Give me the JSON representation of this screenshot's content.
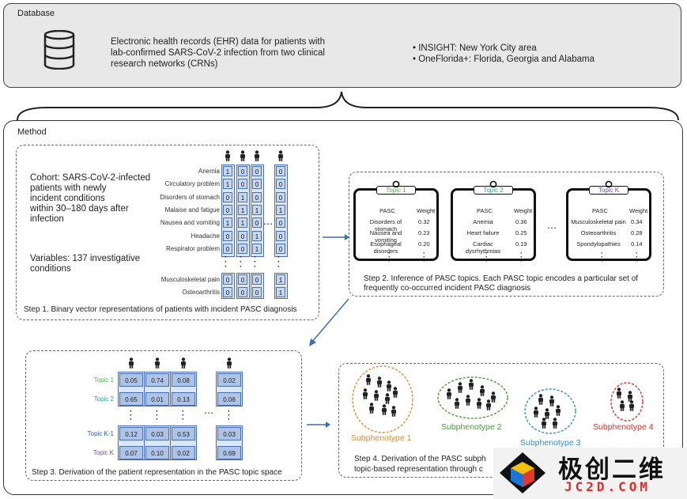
{
  "database": {
    "title": "Database",
    "description": [
      "Electronic health records (EHR) data for patients with",
      "lab-confirmed SARS-CoV-2 infection from two clinical",
      "research networks (CRNs)"
    ],
    "networks": [
      "• INSIGHT: New York City area",
      "• OneFlorida+: Florida, Georgia and Alabama"
    ]
  },
  "method": {
    "title": "Method",
    "step1": {
      "cohort": [
        "Cohort: SARS-CoV-2-infected",
        "patients with newly",
        "incident conditions",
        "within 30–180 days after",
        "infection"
      ],
      "variables": [
        "Variables: 137 investigative",
        "conditions"
      ],
      "conditions": [
        "Anemia",
        "Circulatory problem",
        "Disorders of stomach",
        "Malaise and fatigue",
        "Nausea and vomiting",
        "Headache",
        "Respirator problem"
      ],
      "matrix": [
        [
          "1",
          "0",
          "0",
          "0"
        ],
        [
          "1",
          "0",
          "0",
          "0"
        ],
        [
          "0",
          "1",
          "0",
          "0"
        ],
        [
          "0",
          "1",
          "1",
          "1"
        ],
        [
          "1",
          "1",
          "0",
          "0"
        ],
        [
          "0",
          "0",
          "1",
          "0"
        ],
        [
          "0",
          "0",
          "1",
          "0"
        ]
      ],
      "tail_conditions": [
        "Musculoskeletal pain",
        "Osteoarthritis"
      ],
      "tail_matrix": [
        [
          "0",
          "0",
          "0",
          "1"
        ],
        [
          "0",
          "0",
          "0",
          "1"
        ]
      ],
      "ellipsis": "⋯",
      "caption": "Step 1. Binary vector representations of patients with incident PASC diagnosis"
    },
    "step2": {
      "topics": [
        {
          "name": "Topic 1",
          "color": "#4caf50",
          "rows": [
            [
              "Disorders of stomach",
              "0.32"
            ],
            [
              "Nausea and vomiting",
              "0.23"
            ],
            [
              "Esophageal disorders",
              "0.20"
            ]
          ]
        },
        {
          "name": "Topic 2",
          "color": "#2a9d8f",
          "rows": [
            [
              "Anemia",
              "0.36"
            ],
            [
              "Heart failure",
              "0.25"
            ],
            [
              "Cardiac dysrhythmias",
              "0.19"
            ]
          ]
        },
        {
          "name": "Topic K",
          "color": "#6a4fa3",
          "rows": [
            [
              "Musculoskeletal pain",
              "0.34"
            ],
            [
              "Osteoarthritis",
              "0.28"
            ],
            [
              "Spondylopathies",
              "0.14"
            ]
          ]
        }
      ],
      "col_pasc": "PASC",
      "col_weight": "Weight",
      "ellipsis": "⋯",
      "caption": [
        "Step 2. Inference of PASC topics. Each PASC topic encodes a particular set of",
        "frequently co-occurred incident PASC diagnosis"
      ]
    },
    "step3": {
      "topics": [
        {
          "name": "Topic 1",
          "color": "#4caf50"
        },
        {
          "name": "Topic 2",
          "color": "#2a9d8f"
        },
        {
          "name": "Topic K-1",
          "color": "#2d5ba8"
        },
        {
          "name": "Topic K",
          "color": "#6a4fa3"
        }
      ],
      "values": [
        [
          "0.05",
          "0.74",
          "0.08",
          "0.02"
        ],
        [
          "0.65",
          "0.01",
          "0.13",
          "0.06"
        ],
        [
          "0.12",
          "0.03",
          "0.53",
          "0.03"
        ],
        [
          "0.07",
          "0.10",
          "0.02",
          "0.69"
        ]
      ],
      "ellipsis": "⋯",
      "caption": "Step 3. Derivation of the patient representation in the PASC topic space"
    },
    "step4": {
      "subphenotypes": [
        {
          "name": "Subphenotype 1",
          "color": "#e08a2e"
        },
        {
          "name": "Subphenotype 2",
          "color": "#4a9a3a"
        },
        {
          "name": "Subphenotype 3",
          "color": "#2a8fc9"
        },
        {
          "name": "Subphenotype 4",
          "color": "#d9302a"
        }
      ],
      "caption": [
        "Step 4. Derivation of the PASC subph",
        "topic-based representation through c"
      ]
    }
  },
  "watermark": {
    "cn": "极创二维",
    "en": "JC2D.COM"
  }
}
